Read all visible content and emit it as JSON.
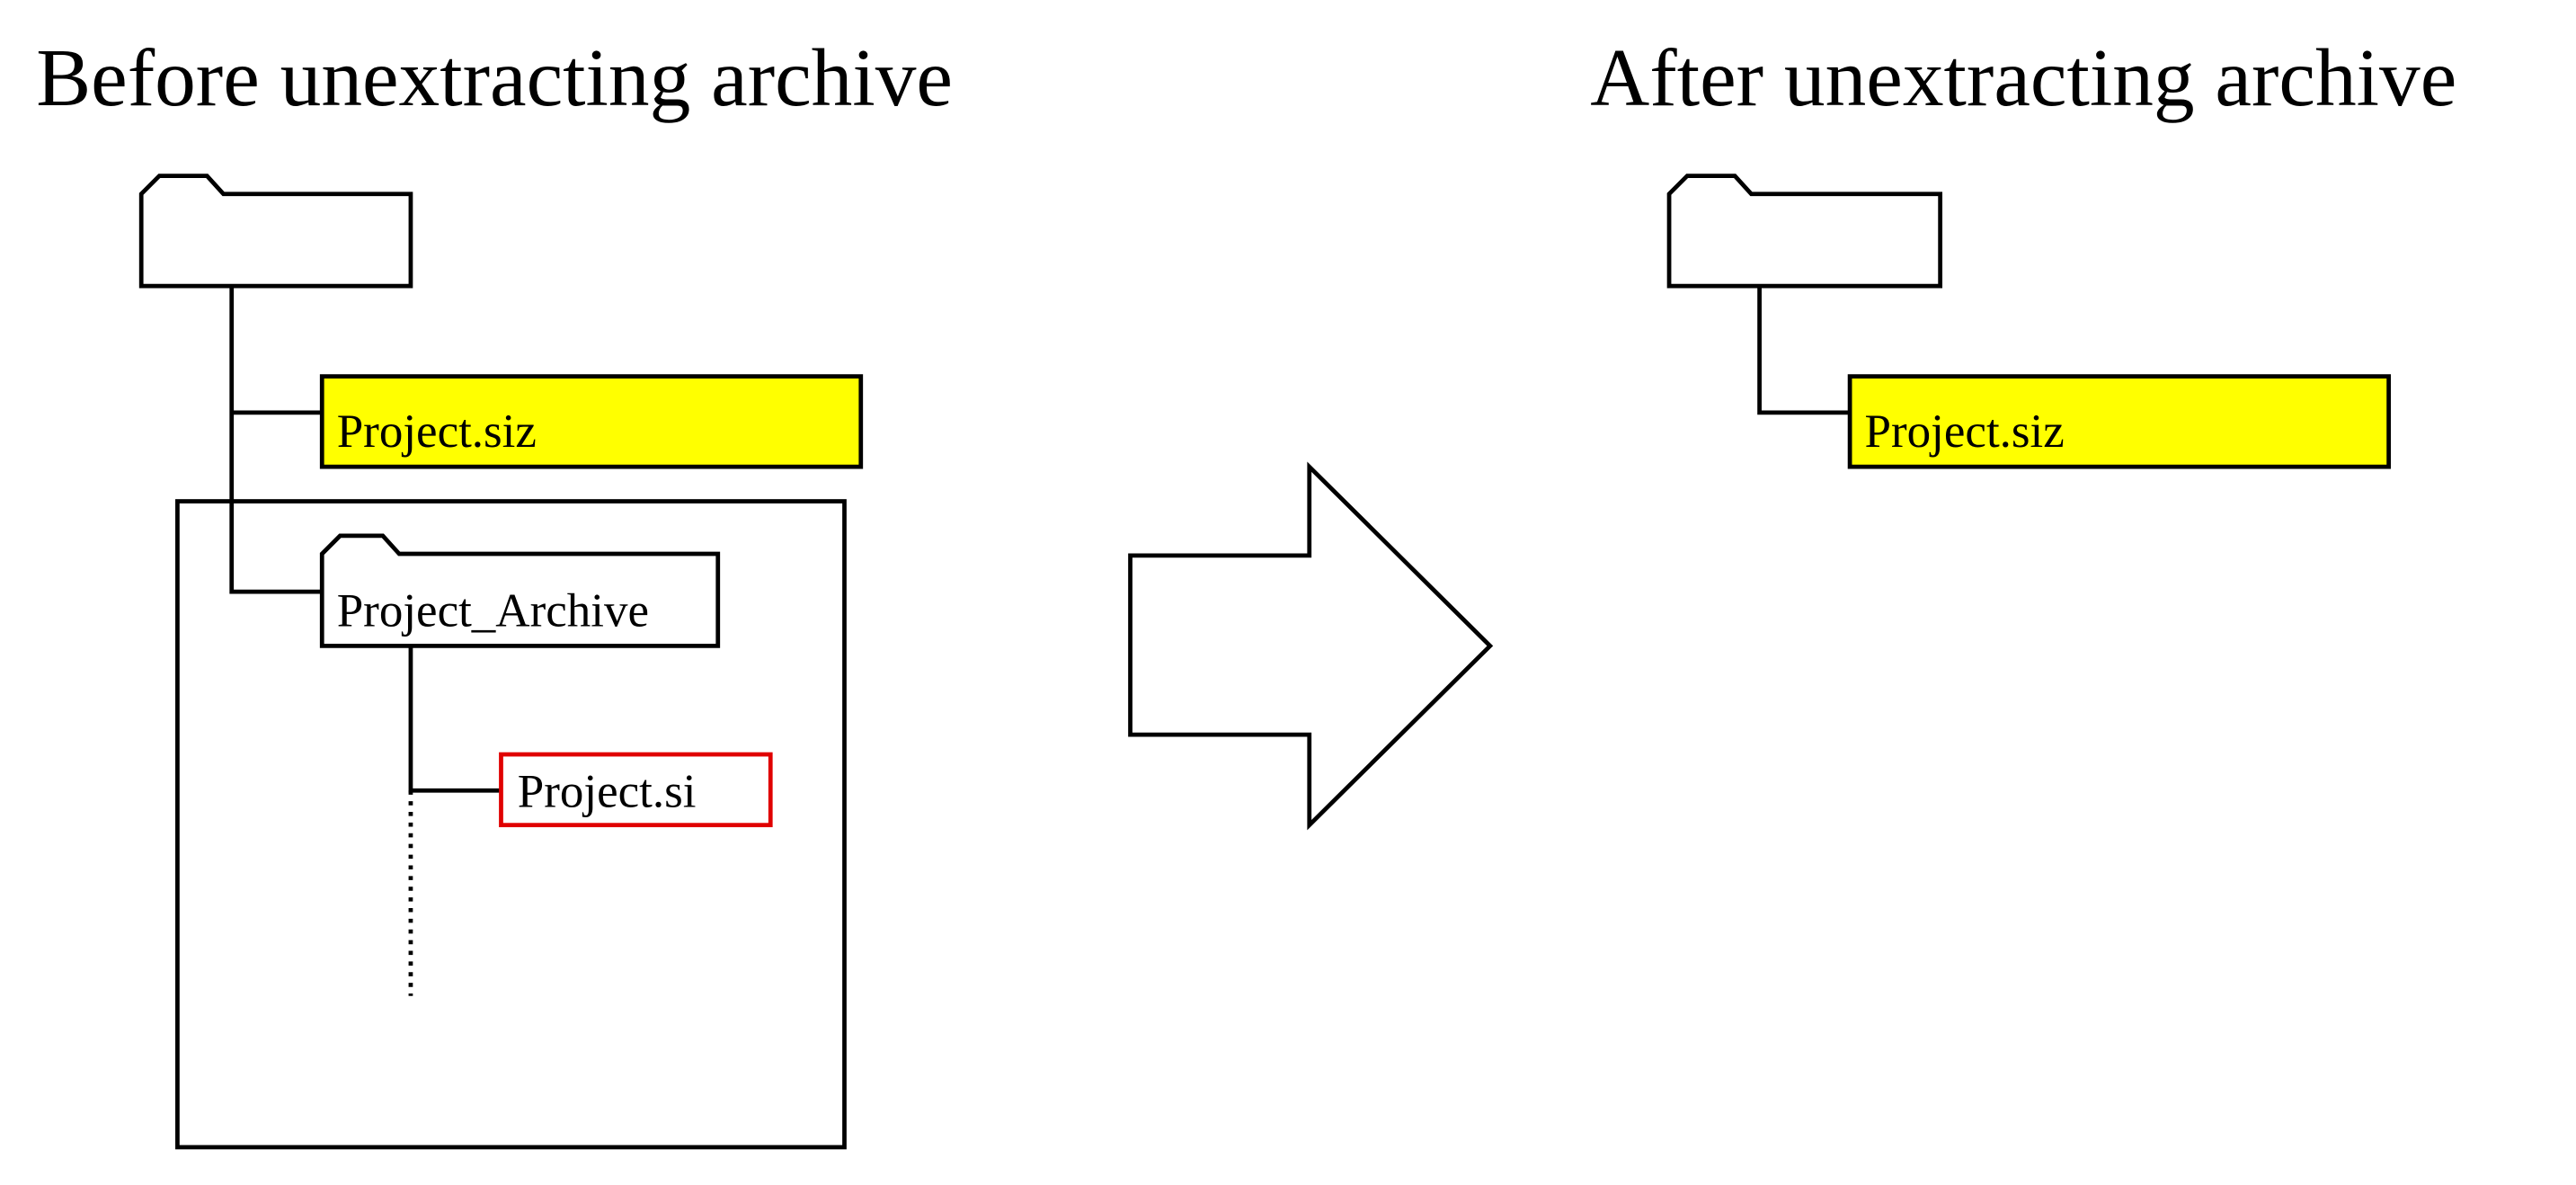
{
  "before": {
    "heading": "Before unextracting archive",
    "file_label": "Project.siz",
    "archive_folder_label": "Project_Archive",
    "archive_file_label": "Project.si"
  },
  "after": {
    "heading": "After unextracting archive",
    "file_label": "Project.siz"
  },
  "colors": {
    "highlight_fill": "#FFFF00",
    "archive_file_border": "#E00000",
    "line": "#000000"
  },
  "icons": {
    "folder": "folder-icon",
    "arrow": "right-arrow-icon"
  }
}
